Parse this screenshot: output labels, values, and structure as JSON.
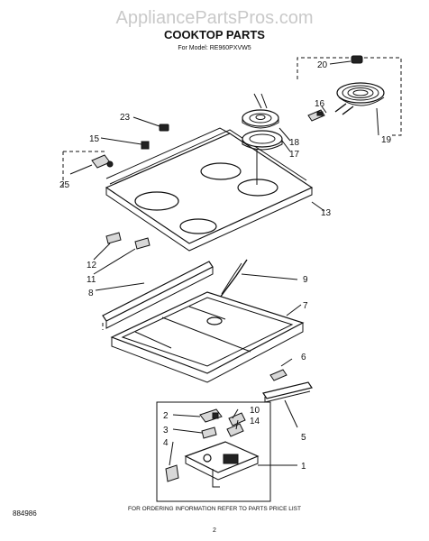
{
  "watermark": "AppliancePartsPros.com",
  "title": "COOKTOP PARTS",
  "model_line": "For Model: RE960PXVW5",
  "footer": {
    "left_code": "884986",
    "note": "FOR ORDERING INFORMATION REFER TO PARTS PRICE LIST",
    "page": "2"
  },
  "callouts": [
    "20",
    "16",
    "19",
    "23",
    "18",
    "17",
    "15",
    "25",
    "13",
    "12",
    "11",
    "9",
    "8",
    "7",
    "6",
    "5",
    "2",
    "10",
    "14",
    "3",
    "4",
    "1"
  ]
}
